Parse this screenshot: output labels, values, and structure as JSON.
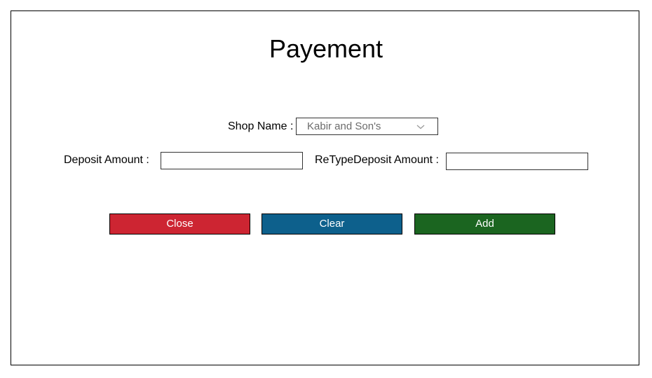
{
  "title": "Payement",
  "shop": {
    "label": "Shop Name :",
    "selected": "Kabir and Son's"
  },
  "deposit": {
    "label": "Deposit Amount :",
    "value": ""
  },
  "retype_deposit": {
    "label": "ReTypeDeposit Amount :",
    "value": ""
  },
  "buttons": {
    "close": {
      "label": "Close",
      "color": "#cd2532"
    },
    "clear": {
      "label": "Clear",
      "color": "#0d608c"
    },
    "add": {
      "label": "Add",
      "color": "#1b6520"
    }
  },
  "icons": {
    "dropdown": "chevron-down-icon"
  }
}
